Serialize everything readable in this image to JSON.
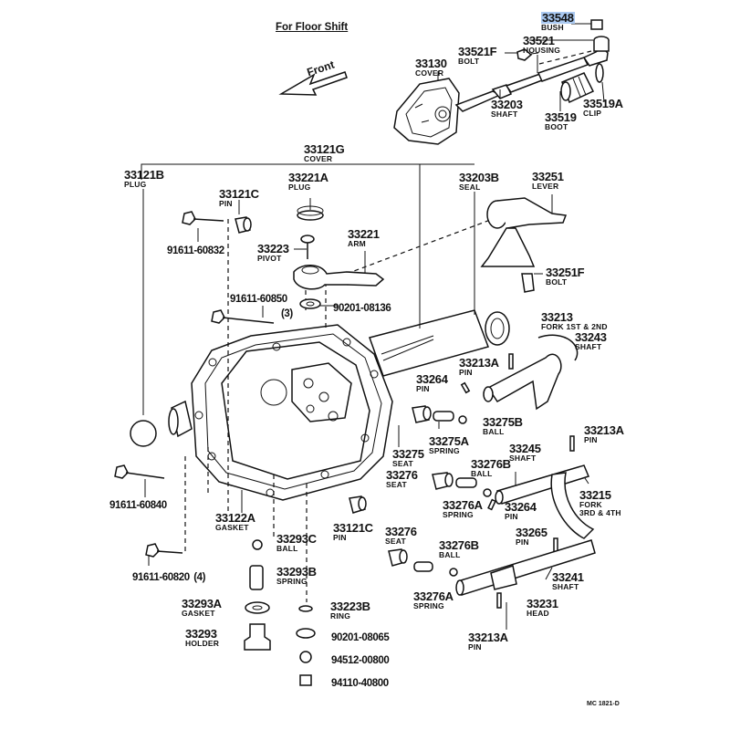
{
  "diagram": {
    "title": "For Floor Shift",
    "front_arrow_label": "Front",
    "drawing_code": "MC 1821-D",
    "highlight_color": "#a9c8f0"
  },
  "parts": {
    "p33548": {
      "number": "33548",
      "name": "BUSH",
      "highlighted": true
    },
    "p33521": {
      "number": "33521",
      "name": "HOUSING"
    },
    "p33521F": {
      "number": "33521F",
      "name": "BOLT"
    },
    "p33130": {
      "number": "33130",
      "name": "COVER"
    },
    "p33203": {
      "number": "33203",
      "name": "SHAFT"
    },
    "p33519": {
      "number": "33519",
      "name": "BOOT"
    },
    "p33519A": {
      "number": "33519A",
      "name": "CLIP"
    },
    "p33121G": {
      "number": "33121G",
      "name": "COVER"
    },
    "p33121B": {
      "number": "33121B",
      "name": "PLUG"
    },
    "p33221A": {
      "number": "33221A",
      "name": "PLUG"
    },
    "p33121C_top": {
      "number": "33121C",
      "name": "PIN"
    },
    "p33203B": {
      "number": "33203B",
      "name": "SEAL"
    },
    "p33251": {
      "number": "33251",
      "name": "LEVER"
    },
    "p33221": {
      "number": "33221",
      "name": "ARM"
    },
    "p33223": {
      "number": "33223",
      "name": "PIVOT"
    },
    "p91611_60832": {
      "number": "91611-60832"
    },
    "p33251F": {
      "number": "33251F",
      "name": "BOLT"
    },
    "p91611_60850": {
      "number": "91611-60850",
      "qty": "(3)"
    },
    "p90201_08136": {
      "number": "90201-08136"
    },
    "p33213": {
      "number": "33213",
      "name": "FORK 1ST & 2ND"
    },
    "p33243": {
      "number": "33243",
      "name": "SHAFT"
    },
    "p33213A_a": {
      "number": "33213A",
      "name": "PIN"
    },
    "p33264_a": {
      "number": "33264",
      "name": "PIN"
    },
    "p33275B": {
      "number": "33275B",
      "name": "BALL"
    },
    "p33275A": {
      "number": "33275A",
      "name": "SPRING"
    },
    "p33275": {
      "number": "33275",
      "name": "SEAT"
    },
    "p33213A_b": {
      "number": "33213A",
      "name": "PIN"
    },
    "p33245": {
      "number": "33245",
      "name": "SHAFT"
    },
    "p33276B_a": {
      "number": "33276B",
      "name": "BALL"
    },
    "p33276_a": {
      "number": "33276",
      "name": "SEAT"
    },
    "p33276A_a": {
      "number": "33276A",
      "name": "SPRING"
    },
    "p33264_b": {
      "number": "33264",
      "name": "PIN"
    },
    "p33215": {
      "number": "33215",
      "name": "FORK",
      "name2": "3RD & 4TH"
    },
    "p91611_60840": {
      "number": "91611-60840"
    },
    "p33122A": {
      "number": "33122A",
      "name": "GASKET"
    },
    "p33121C_bot": {
      "number": "33121C",
      "name": "PIN"
    },
    "p33276_b": {
      "number": "33276",
      "name": "SEAT"
    },
    "p33265": {
      "number": "33265",
      "name": "PIN"
    },
    "p33293C": {
      "number": "33293C",
      "name": "BALL"
    },
    "p33276B_b": {
      "number": "33276B",
      "name": "BALL"
    },
    "p91611_60820": {
      "number": "91611-60820",
      "qty": "(4)"
    },
    "p33293B": {
      "number": "33293B",
      "name": "SPRING"
    },
    "p33241": {
      "number": "33241",
      "name": "SHAFT"
    },
    "p33276A_b": {
      "number": "33276A",
      "name": "SPRING"
    },
    "p33231": {
      "number": "33231",
      "name": "HEAD"
    },
    "p33293A": {
      "number": "33293A",
      "name": "GASKET"
    },
    "p33223B": {
      "number": "33223B",
      "name": "RING"
    },
    "p33293": {
      "number": "33293",
      "name": "HOLDER"
    },
    "p90201_08065": {
      "number": "90201-08065"
    },
    "p94512_00800": {
      "number": "94512-00800"
    },
    "p33213A_c": {
      "number": "33213A",
      "name": "PIN"
    },
    "p94110_40800": {
      "number": "94110-40800"
    }
  }
}
